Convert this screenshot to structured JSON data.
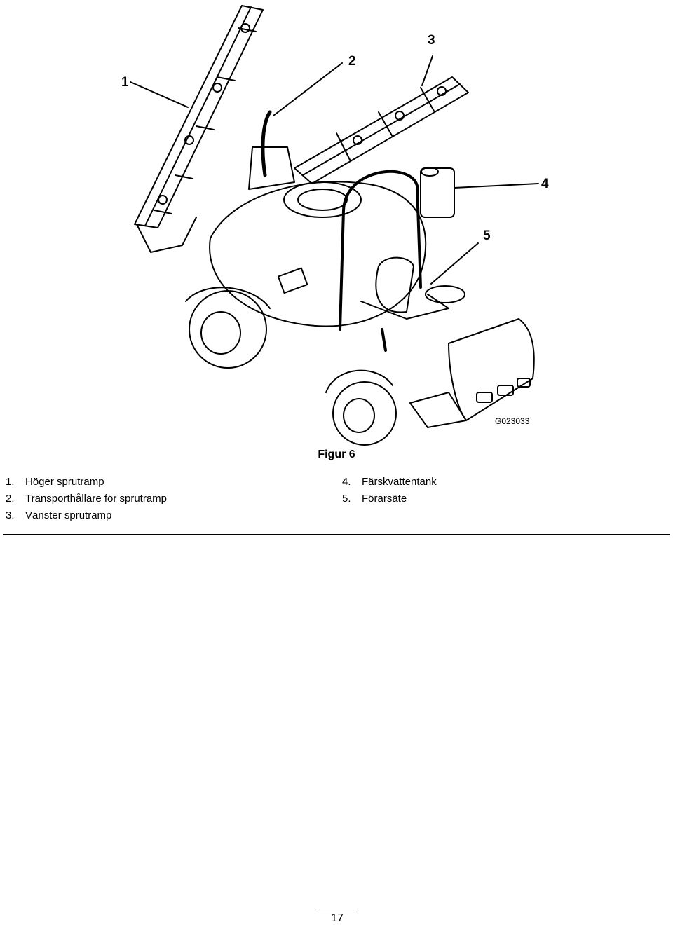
{
  "figure": {
    "code": "G023033",
    "callouts": [
      "1",
      "2",
      "3",
      "4",
      "5"
    ],
    "caption": "Figur 6"
  },
  "legend": {
    "left": [
      {
        "num": "1.",
        "text": "Höger sprutramp"
      },
      {
        "num": "2.",
        "text": "Transporthållare för sprutramp"
      },
      {
        "num": "3.",
        "text": "Vänster sprutramp"
      }
    ],
    "right": [
      {
        "num": "4.",
        "text": "Färskvattentank"
      },
      {
        "num": "5.",
        "text": "Förarsäte"
      }
    ]
  },
  "footer": {
    "page_number": "17"
  }
}
